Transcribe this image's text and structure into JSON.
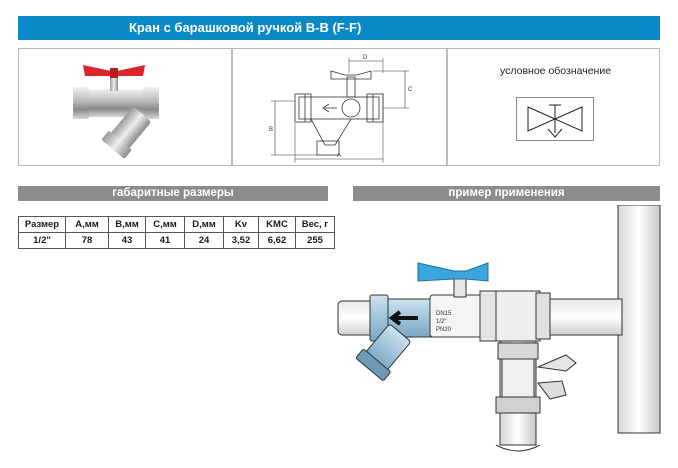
{
  "title": "Кран с барашковой  ручкой  В-В (F-F)",
  "symbol_label": "условное обозначение",
  "sections": {
    "dimensions": "габаритные размеры",
    "example": "пример применения"
  },
  "drawing_labels": {
    "a": "A",
    "b": "B",
    "c": "C",
    "d": "D"
  },
  "valve_markings": [
    "DN15",
    "1/2\"",
    "PN20"
  ],
  "table": {
    "headers": [
      "Размер",
      "A,мм",
      "B,мм",
      "C,мм",
      "D,мм",
      "Kv",
      "KMC",
      "Вес, г"
    ],
    "rows": [
      [
        "1/2\"",
        "78",
        "43",
        "41",
        "24",
        "3,52",
        "6,62",
        "255"
      ]
    ]
  },
  "colors": {
    "title_bg": "#0a89c8",
    "section_bg": "#8c8c8c",
    "handle_red": "#d9262b",
    "handle_blue": "#3aa6dd"
  }
}
